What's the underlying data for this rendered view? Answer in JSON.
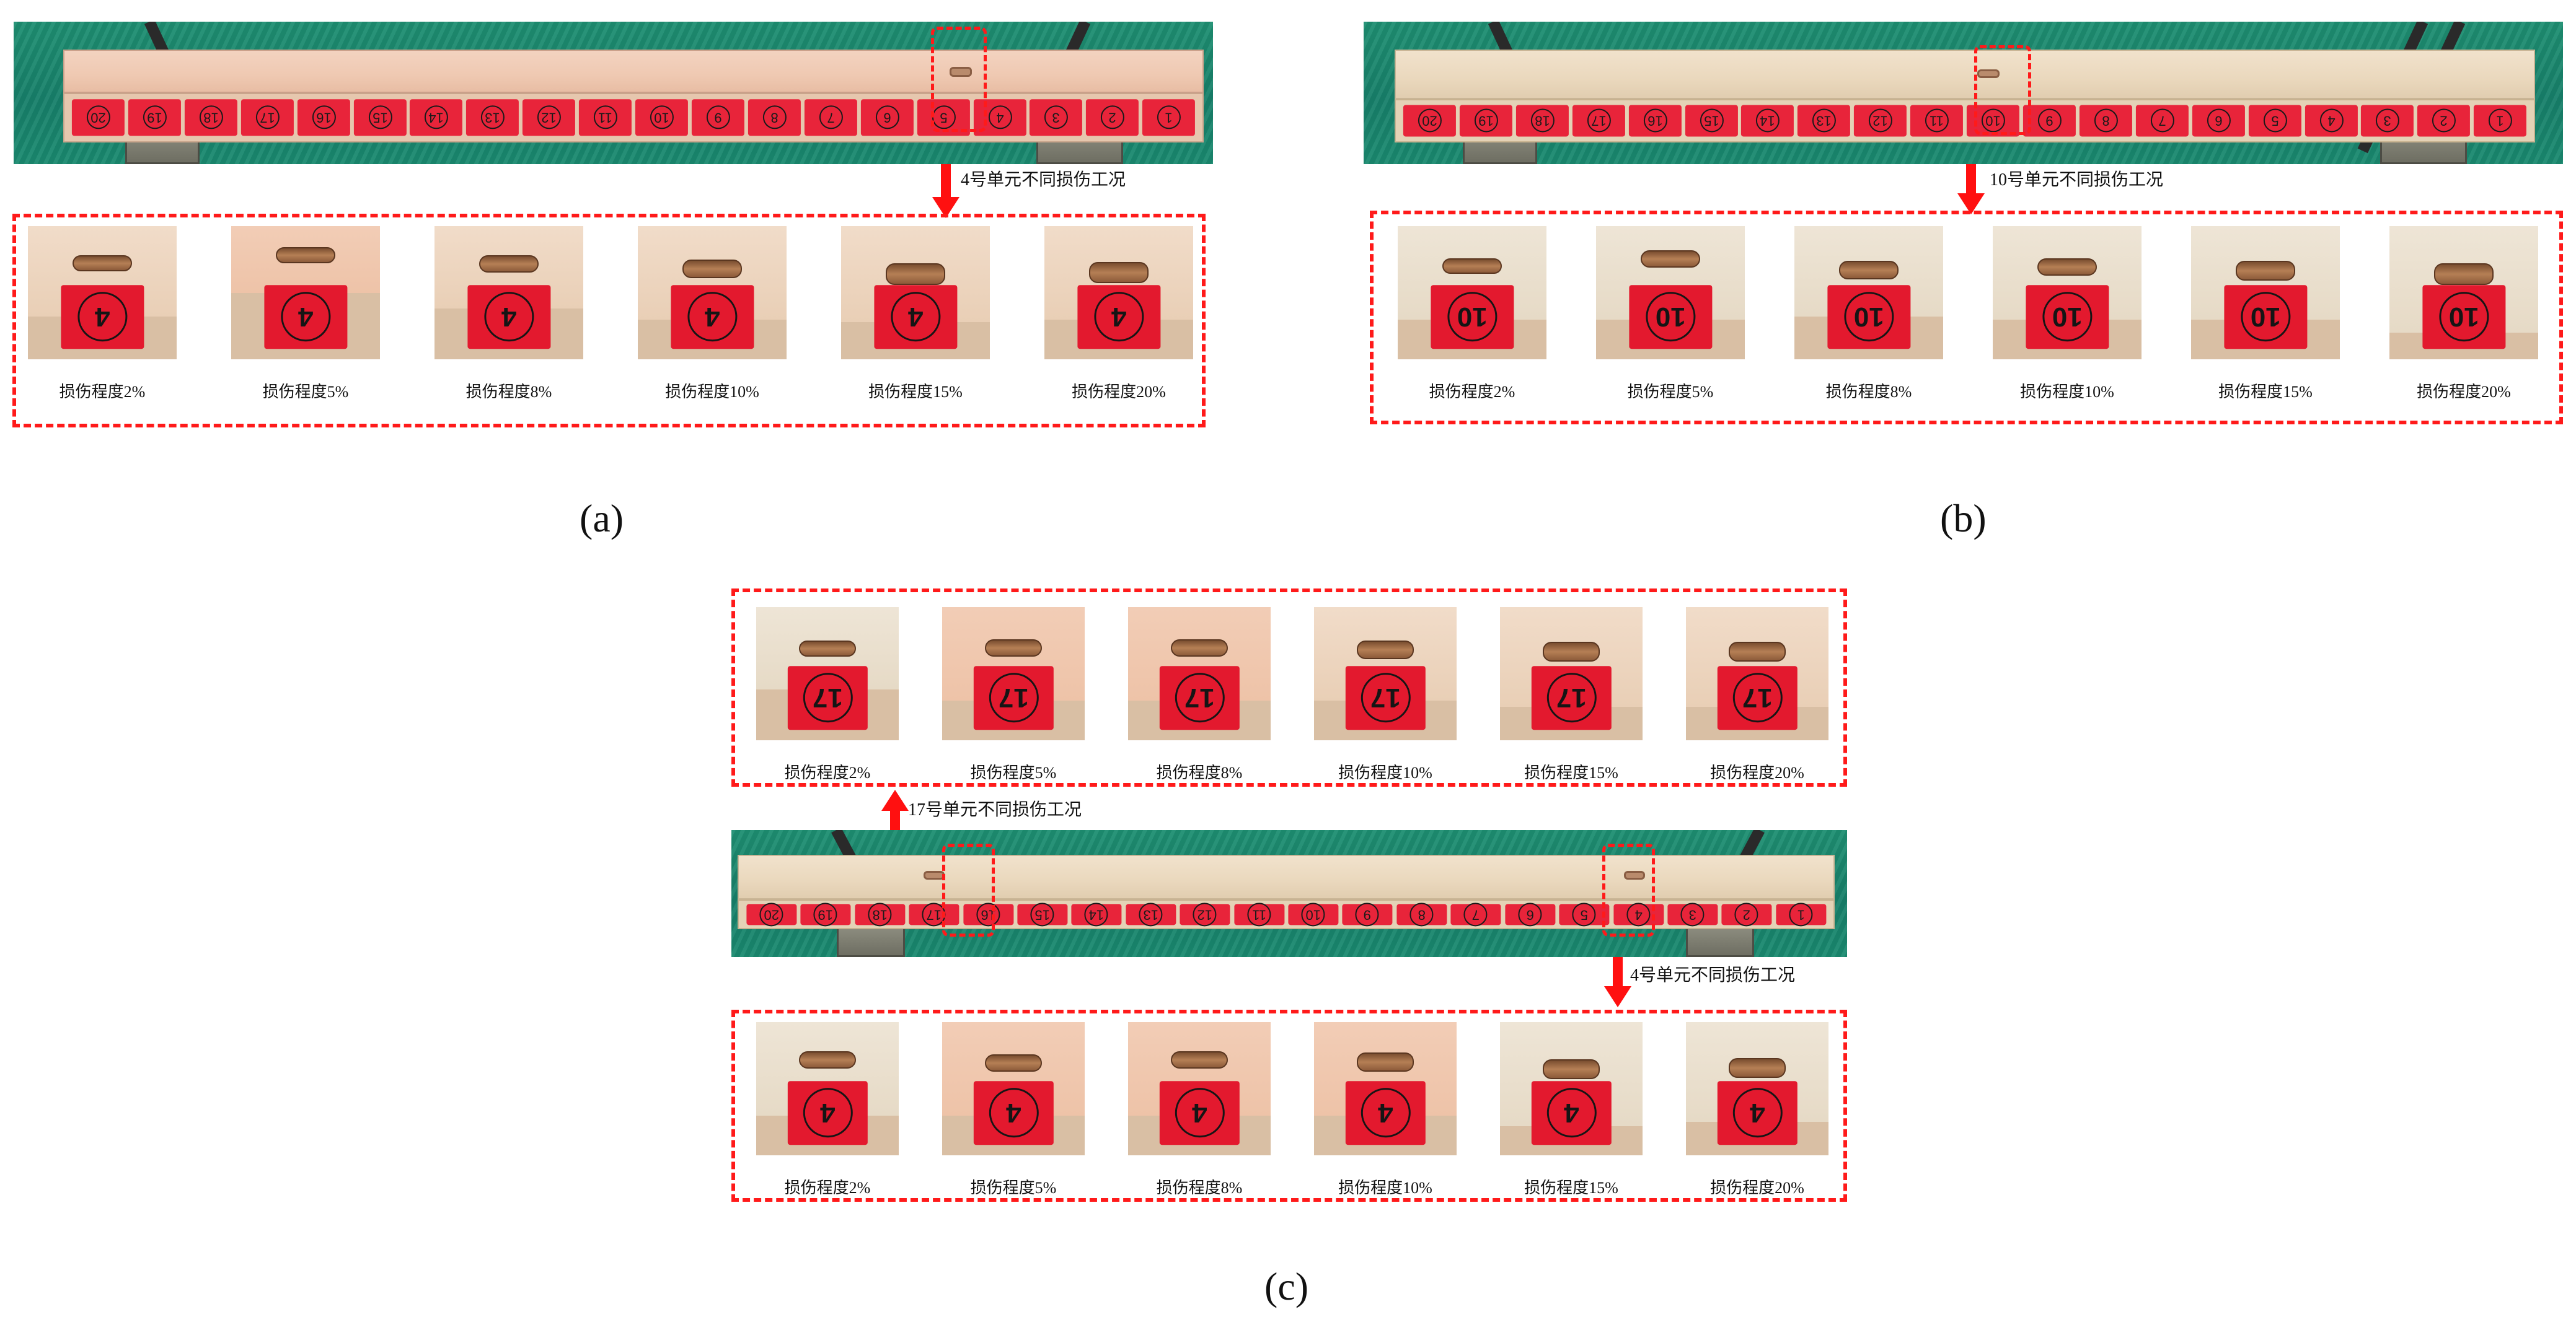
{
  "figure": {
    "panels": [
      {
        "id": "a",
        "caption": "(a)",
        "element_callout": "4号单元不同损伤工况",
        "selected_element": "4",
        "beam_tags": [
          "20",
          "19",
          "18",
          "17",
          "16",
          "15",
          "14",
          "13",
          "12",
          "11",
          "10",
          "9",
          "8",
          "7",
          "6",
          "5",
          "4",
          "3",
          "2",
          "1"
        ],
        "damage_levels": [
          "损伤程度2%",
          "损伤程度5%",
          "损伤程度8%",
          "损伤程度10%",
          "损伤程度15%",
          "损伤程度20%"
        ],
        "thumb_tag": "4"
      },
      {
        "id": "b",
        "caption": "(b)",
        "element_callout": "10号单元不同损伤工况",
        "selected_element": "10",
        "beam_tags": [
          "20",
          "19",
          "18",
          "17",
          "16",
          "15",
          "14",
          "13",
          "12",
          "11",
          "10",
          "9",
          "8",
          "7",
          "6",
          "5",
          "4",
          "3",
          "2",
          "1"
        ],
        "damage_levels": [
          "损伤程度2%",
          "损伤程度5%",
          "损伤程度8%",
          "损伤程度10%",
          "损伤程度15%",
          "损伤程度20%"
        ],
        "thumb_tag": "10"
      },
      {
        "id": "c",
        "caption": "(c)",
        "upper_callout": "17号单元不同损伤工况",
        "lower_callout": "4号单元不同损伤工况",
        "beam_tags": [
          "20",
          "19",
          "18",
          "17",
          "16",
          "15",
          "14",
          "13",
          "12",
          "11",
          "10",
          "9",
          "8",
          "7",
          "6",
          "5",
          "4",
          "3",
          "2",
          "1"
        ],
        "upper_damage_levels": [
          "损伤程度2%",
          "损伤程度5%",
          "损伤程度8%",
          "损伤程度10%",
          "损伤程度15%",
          "损伤程度20%"
        ],
        "lower_damage_levels": [
          "损伤程度2%",
          "损伤程度5%",
          "损伤程度8%",
          "损伤程度10%",
          "损伤程度15%",
          "损伤程度20%"
        ],
        "upper_thumb_tag": "17",
        "lower_thumb_tag": "4"
      }
    ],
    "colors": {
      "highlight": "#ff1a1a",
      "tag_red": "#e8243a",
      "floor_green": "#1a8a70",
      "wood": "#efc9b2"
    }
  }
}
